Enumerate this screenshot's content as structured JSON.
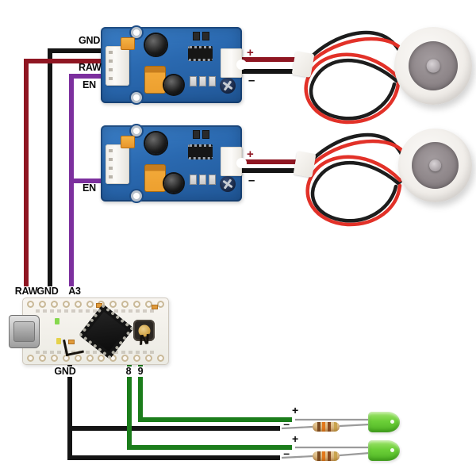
{
  "colors": {
    "raw_wire": "#8f1622",
    "gnd_wire": "#141414",
    "en_wire": "#7c2f9e",
    "green_wire": "#1b7d1b",
    "atom_red": "#e23128",
    "atom_black": "#1d1d1d",
    "lead_gray": "#9b9b9b",
    "pcb_blue": "#2d6db8",
    "board_white": "#f6f3ee",
    "orange_cap": "#f0a235",
    "led_green": "#63ca30",
    "resistor_tan": "#d9b784",
    "disc_white": "#f0ede9",
    "disc_gray": "#8e868a",
    "gold_button": "#d2a64f",
    "label_color": "#0a0a0a"
  },
  "module1": {
    "gnd_label": "GND",
    "raw_label": "RAW",
    "en_label": "EN",
    "plus_label": "+",
    "minus_label": "–"
  },
  "module2": {
    "en_label": "EN",
    "plus_label": "+",
    "minus_label": "–"
  },
  "controller": {
    "top_pins": {
      "raw": "RAW",
      "gnd": "GND",
      "a3": "A3"
    },
    "bottom_pins": {
      "gnd": "GND",
      "pin8": "8",
      "pin9": "9"
    }
  },
  "led1": {
    "plus_label": "+",
    "minus_label": "–"
  },
  "led2": {
    "plus_label": "+",
    "minus_label": "–"
  }
}
